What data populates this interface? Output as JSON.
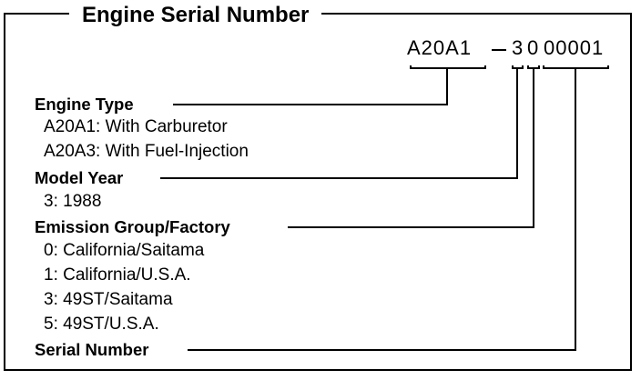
{
  "title": "Engine Serial Number",
  "serial_code": {
    "engine_type": "A20A1",
    "separator": "—",
    "model_year": "3",
    "emission_group": "0",
    "serial": "00001"
  },
  "sections": [
    {
      "heading": "Engine Type",
      "items": [
        "A20A1: With Carburetor",
        "A20A3: With Fuel-Injection"
      ]
    },
    {
      "heading": "Model Year",
      "items": [
        "3: 1988"
      ]
    },
    {
      "heading": "Emission Group/Factory",
      "items": [
        "0: California/Saitama",
        "1: California/U.S.A.",
        "3: 49ST/Saitama",
        "5: 49ST/U.S.A."
      ]
    },
    {
      "heading": "Serial Number",
      "items": []
    }
  ]
}
